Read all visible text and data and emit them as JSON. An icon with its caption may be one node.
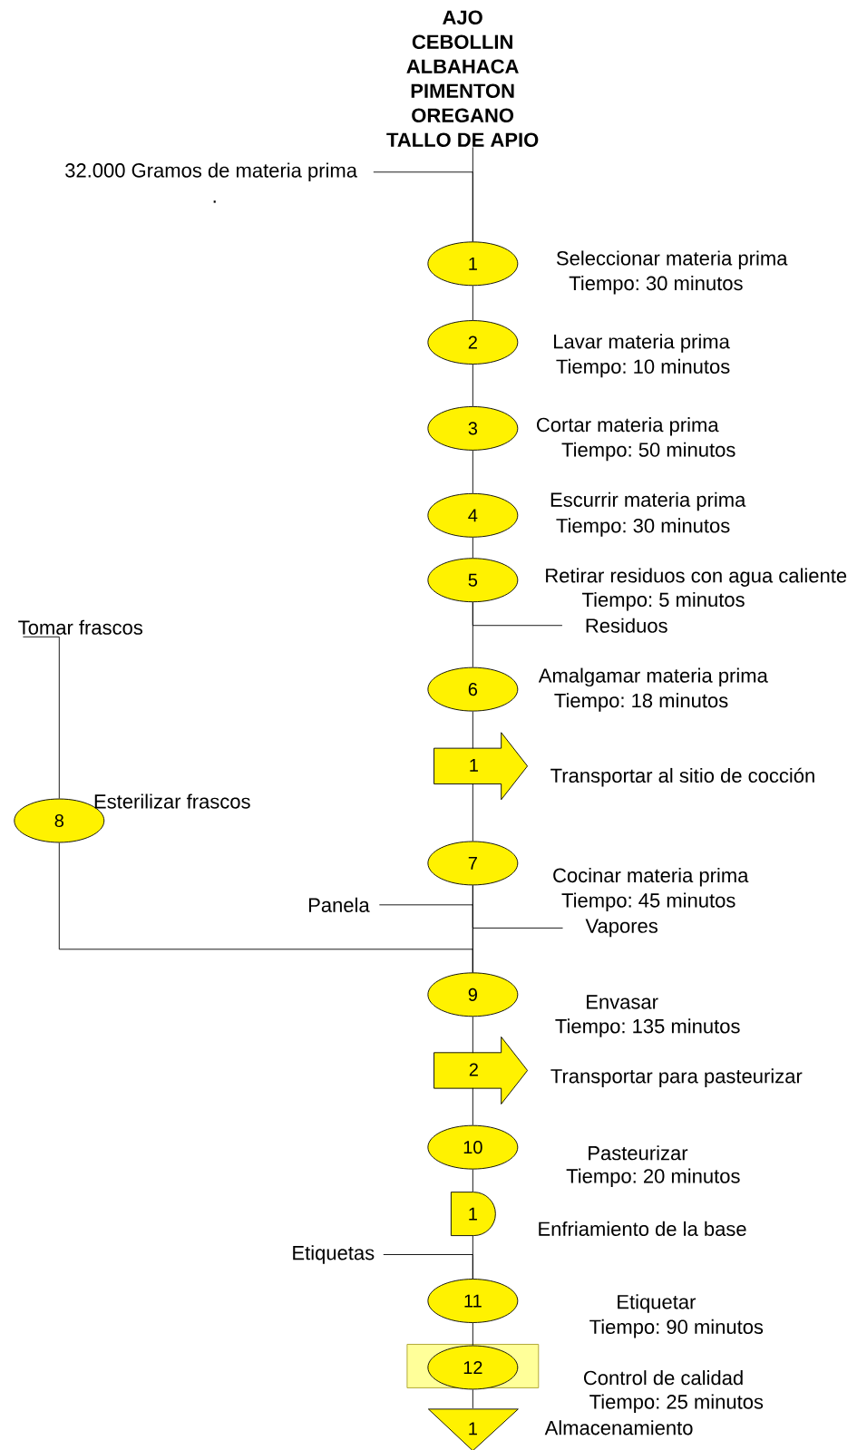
{
  "diagram": {
    "nodes": [
      {
        "text": [
          "AJO",
          "CEBOLLIN",
          "ALBAHACA",
          "PIMENTON",
          "OREGANO",
          "TALLO DE APIO"
        ]
      },
      {
        "text": [
          "32.000 Gramos de materia prima"
        ]
      },
      {
        "text": [
          "1"
        ],
        "beside": [
          "Seleccionar materia prima",
          "Tiempo: 30 minutos"
        ]
      },
      {
        "text": [
          "2"
        ],
        "beside": [
          "Lavar materia prima",
          "Tiempo: 10 minutos"
        ]
      },
      {
        "text": [
          "3"
        ],
        "beside": [
          "Cortar materia prima",
          "Tiempo: 50 minutos"
        ]
      },
      {
        "text": [
          "4"
        ],
        "beside": [
          "Escurrir materia prima",
          "Tiempo: 30 minutos"
        ]
      },
      {
        "text": [
          "5"
        ],
        "beside": [
          "Retirar residuos con agua caliente",
          "Tiempo: 5 minutos"
        ]
      },
      {
        "text": [
          "Residuos"
        ]
      },
      {
        "text": [
          "6"
        ],
        "beside": [
          "Amalgamar materia prima",
          "Tiempo: 18 minutos"
        ]
      },
      {
        "text": [
          "1"
        ],
        "beside": [
          "Transportar al sitio de cocción"
        ]
      },
      {
        "text": [
          "Tomar frascos"
        ]
      },
      {
        "text": [
          "8"
        ],
        "beside": [
          "Esterilizar frascos"
        ]
      },
      {
        "text": [
          "7"
        ],
        "beside": [
          "Cocinar materia prima",
          "Tiempo: 45 minutos"
        ]
      },
      {
        "text": [
          "Panela"
        ]
      },
      {
        "text": [
          "Vapores"
        ]
      },
      {
        "text": [
          "9"
        ],
        "beside": [
          "Envasar",
          "Tiempo: 135 minutos"
        ]
      },
      {
        "text": [
          "2"
        ],
        "beside": [
          "Transportar para pasteurizar"
        ]
      },
      {
        "text": [
          "10"
        ],
        "beside": [
          "Pasteurizar",
          "Tiempo: 20 minutos"
        ]
      },
      {
        "text": [
          "1"
        ],
        "beside": [
          "Enfriamiento de la base"
        ]
      },
      {
        "text": [
          "Etiquetas"
        ]
      },
      {
        "text": [
          "11"
        ],
        "beside": [
          "Etiquetar",
          "Tiempo: 90 minutos"
        ]
      },
      {
        "text": [
          "12"
        ],
        "beside": [
          "Control de calidad",
          "Tiempo: 25 minutos"
        ]
      },
      {
        "text": [
          "1"
        ],
        "beside": [
          "Almacenamiento"
        ]
      }
    ],
    "edges": [
      {
        "from": 0,
        "to": 2,
        "arrow": "none"
      },
      {
        "from": 1,
        "to": 2,
        "arrow": "none"
      },
      {
        "from": 2,
        "to": 3,
        "arrow": "none"
      },
      {
        "from": 3,
        "to": 4,
        "arrow": "none"
      },
      {
        "from": 4,
        "to": 5,
        "arrow": "none"
      },
      {
        "from": 5,
        "to": 6,
        "arrow": "none"
      },
      {
        "from": 6,
        "to": 7,
        "arrow": "none"
      },
      {
        "from": 6,
        "to": 8,
        "arrow": "none"
      },
      {
        "from": 8,
        "to": 9,
        "arrow": "none"
      },
      {
        "from": 9,
        "to": 12,
        "arrow": "none"
      },
      {
        "from": 10,
        "to": 11,
        "arrow": "none"
      },
      {
        "from": 11,
        "to": 15,
        "arrow": "none"
      },
      {
        "from": 12,
        "to": 15,
        "arrow": "none"
      },
      {
        "from": 13,
        "to": 15,
        "arrow": "none"
      },
      {
        "from": 12,
        "to": 14,
        "arrow": "none"
      },
      {
        "from": 15,
        "to": 16,
        "arrow": "none"
      },
      {
        "from": 16,
        "to": 17,
        "arrow": "none"
      },
      {
        "from": 17,
        "to": 18,
        "arrow": "none"
      },
      {
        "from": 18,
        "to": 20,
        "arrow": "none"
      },
      {
        "from": 19,
        "to": 20,
        "arrow": "none"
      },
      {
        "from": 20,
        "to": 21,
        "arrow": "none"
      },
      {
        "from": 21,
        "to": 22,
        "arrow": "none"
      }
    ],
    "labels": [
      "."
    ]
  }
}
